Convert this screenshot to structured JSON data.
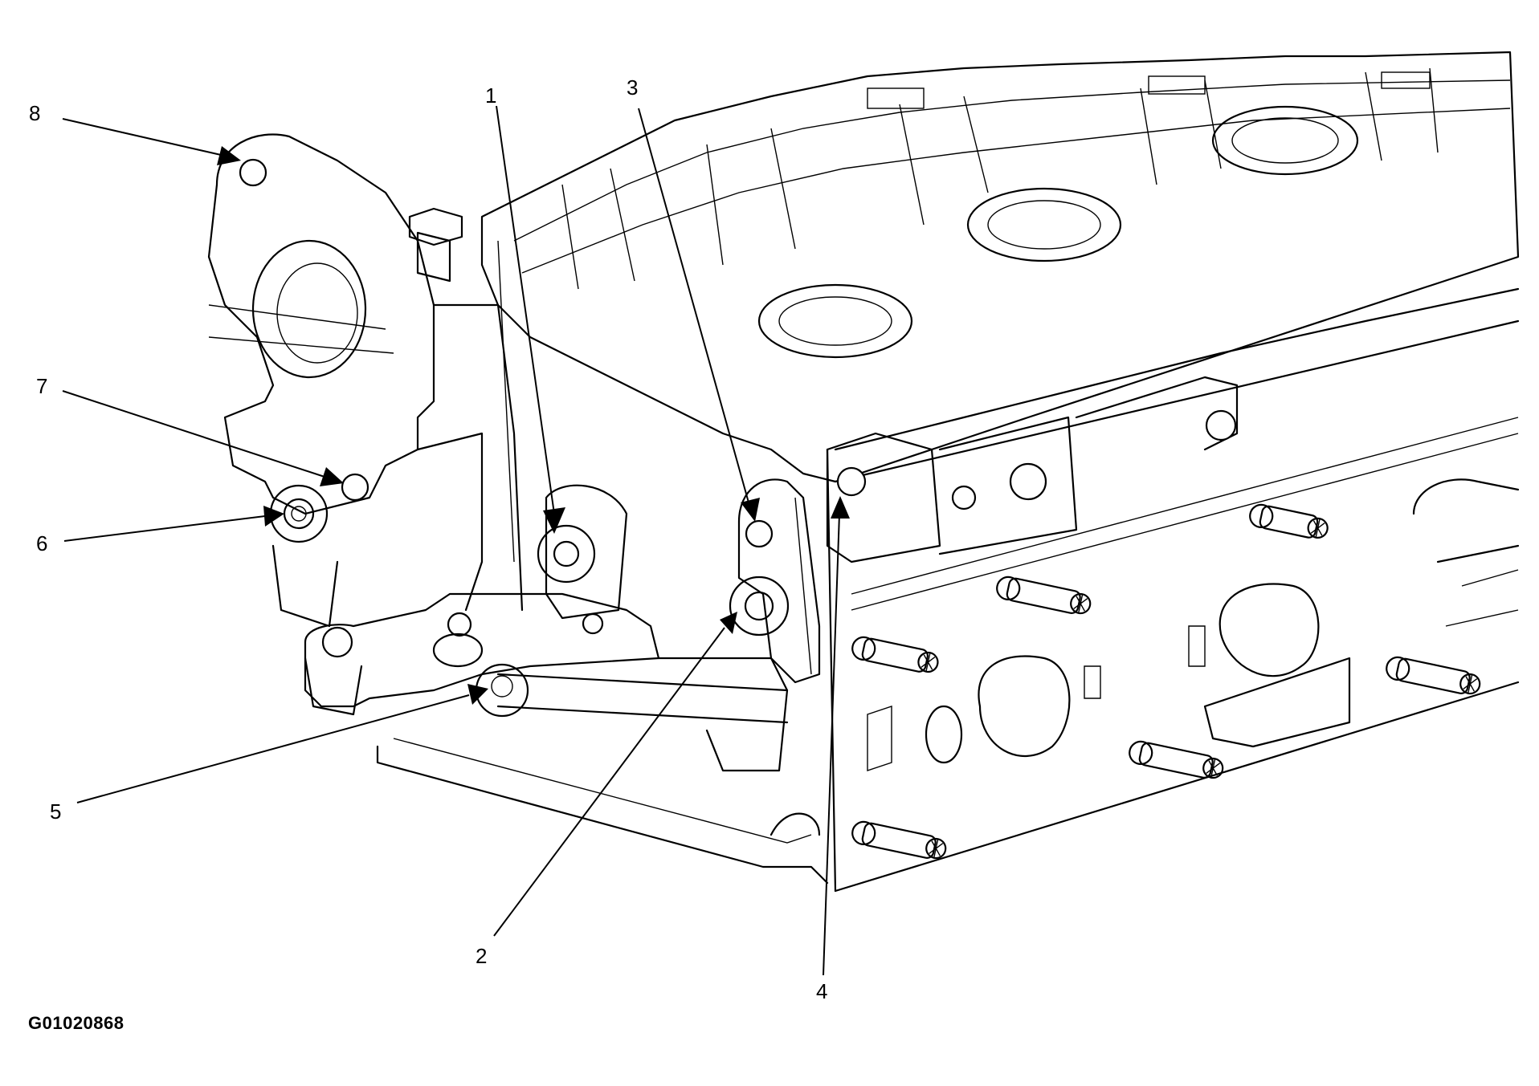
{
  "figure_id": "G01020868",
  "callouts": [
    {
      "label": "1"
    },
    {
      "label": "2"
    },
    {
      "label": "3"
    },
    {
      "label": "4"
    },
    {
      "label": "5"
    },
    {
      "label": "6"
    },
    {
      "label": "7"
    },
    {
      "label": "8"
    }
  ]
}
